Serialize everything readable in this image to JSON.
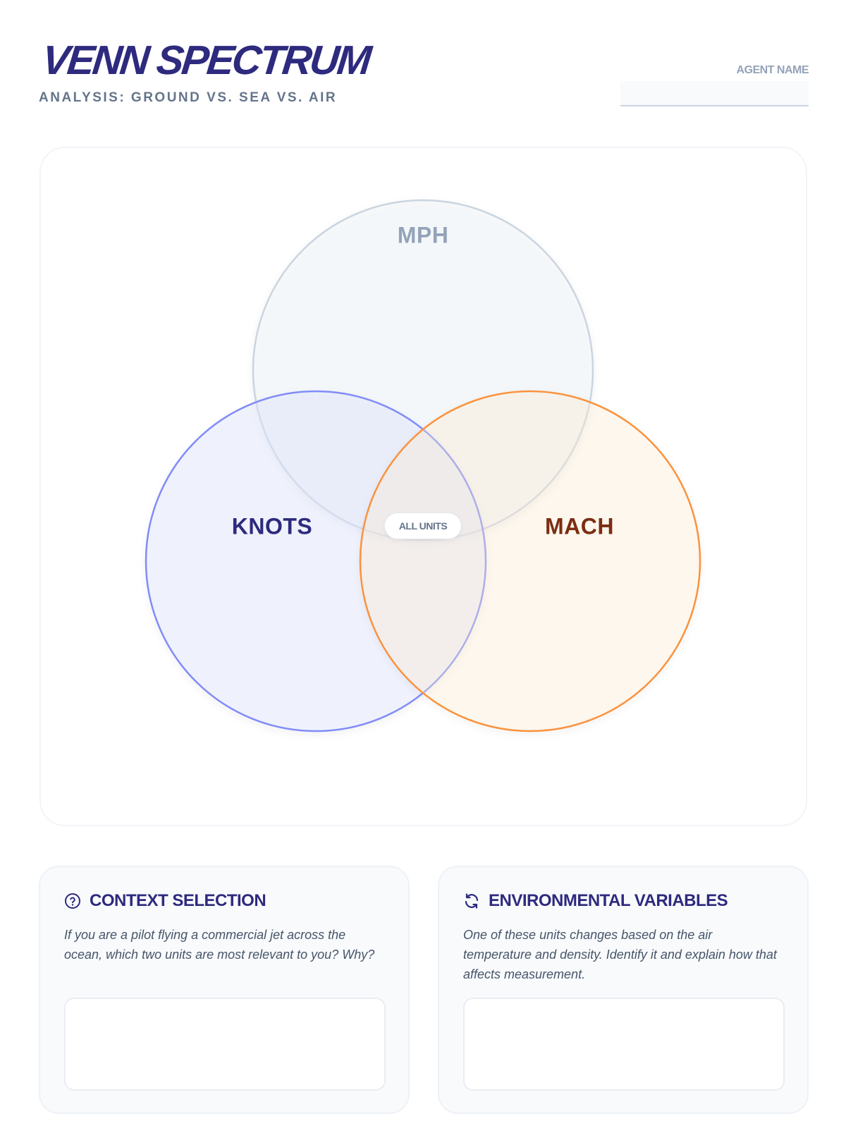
{
  "header": {
    "title": "VENN SPECTRUM",
    "subtitle": "ANALYSIS: GROUND VS. SEA VS. AIR",
    "agent_name_label": "AGENT NAME",
    "agent_name_value": ""
  },
  "venn": {
    "sets": [
      {
        "name": "MPH",
        "stroke": "#cbd5e1",
        "fill": "#f1f5f9",
        "text": "#94a3b8"
      },
      {
        "name": "KNOTS",
        "stroke": "#818cf8",
        "fill": "#e0e7ff",
        "text": "#2e2a7e"
      },
      {
        "name": "MACH",
        "stroke": "#fb923c",
        "fill": "#ffedd5",
        "text": "#7c2d12"
      }
    ],
    "center_label": "ALL UNITS"
  },
  "cards": [
    {
      "icon": "question-circle-icon",
      "title": "CONTEXT SELECTION",
      "prompt": "If you are a pilot flying a commercial jet across the ocean, which two units are most relevant to you? Why?",
      "answer": ""
    },
    {
      "icon": "refresh-icon",
      "title": "ENVIRONMENTAL VARIABLES",
      "prompt": "One of these units changes based on the air temperature and density. Identify it and explain how that affects measurement.",
      "answer": ""
    }
  ]
}
